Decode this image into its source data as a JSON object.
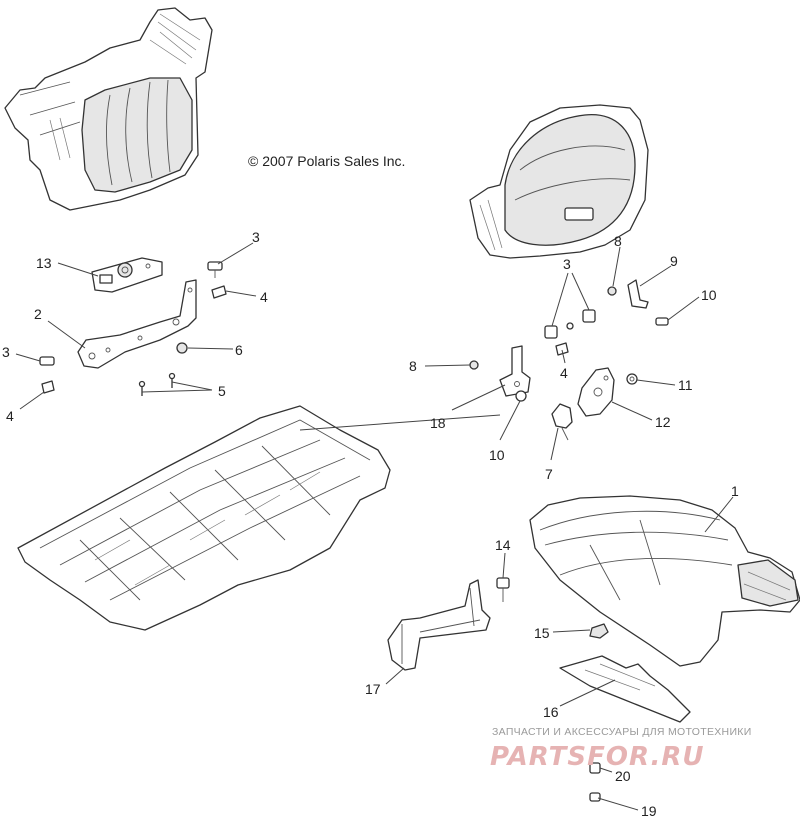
{
  "copyright": "© 2007 Polaris Sales Inc.",
  "watermark": {
    "tagline": "ЗАПЧАСТИ И АКСЕССУАРЫ ДЛЯ МОТОТЕХНИКИ",
    "brand": "PARTSFOR.RU"
  },
  "callouts": [
    {
      "id": "c13",
      "label": "13"
    },
    {
      "id": "c3a",
      "label": "3"
    },
    {
      "id": "c4a",
      "label": "4"
    },
    {
      "id": "c2",
      "label": "2"
    },
    {
      "id": "c6",
      "label": "6"
    },
    {
      "id": "c3b",
      "label": "3"
    },
    {
      "id": "c4b",
      "label": "4"
    },
    {
      "id": "c5",
      "label": "5"
    },
    {
      "id": "c8a",
      "label": "8"
    },
    {
      "id": "c9",
      "label": "9"
    },
    {
      "id": "c10a",
      "label": "10"
    },
    {
      "id": "c3c",
      "label": "3"
    },
    {
      "id": "c4c",
      "label": "4"
    },
    {
      "id": "c8b",
      "label": "8"
    },
    {
      "id": "c11",
      "label": "11"
    },
    {
      "id": "c18",
      "label": "18"
    },
    {
      "id": "c12",
      "label": "12"
    },
    {
      "id": "c10b",
      "label": "10"
    },
    {
      "id": "c7",
      "label": "7"
    },
    {
      "id": "c1",
      "label": "1"
    },
    {
      "id": "c14",
      "label": "14"
    },
    {
      "id": "c15",
      "label": "15"
    },
    {
      "id": "c17",
      "label": "17"
    },
    {
      "id": "c16",
      "label": "16"
    },
    {
      "id": "c20",
      "label": "20"
    },
    {
      "id": "c19",
      "label": "19"
    }
  ]
}
